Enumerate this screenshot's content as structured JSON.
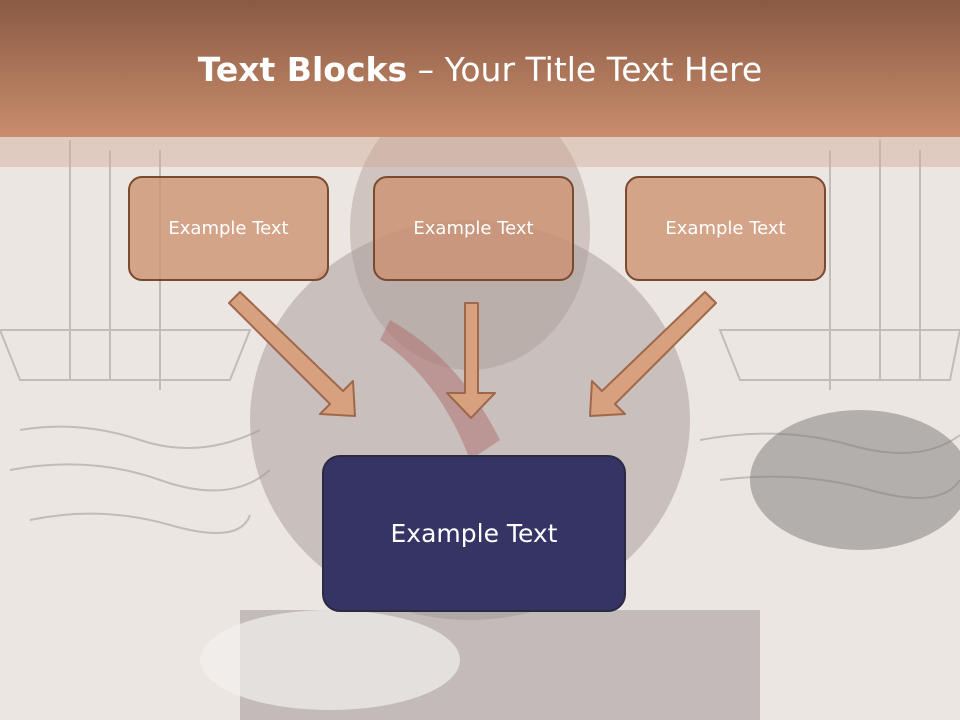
{
  "slide": {
    "title_bold": "Text Blocks",
    "title_dash": " – ",
    "title_rest": "Your Title Text Here"
  },
  "blocks": [
    {
      "text": "Example Text"
    },
    {
      "text": "Example Text"
    },
    {
      "text": "Example Text"
    }
  ],
  "main_block": {
    "text": "Example Text"
  },
  "colors": {
    "header": "#a86e51",
    "box_fill": "#cd9170",
    "box_border": "#7a4a2e",
    "main_fill": "#353464",
    "arrow_fill": "#d7a07f"
  }
}
